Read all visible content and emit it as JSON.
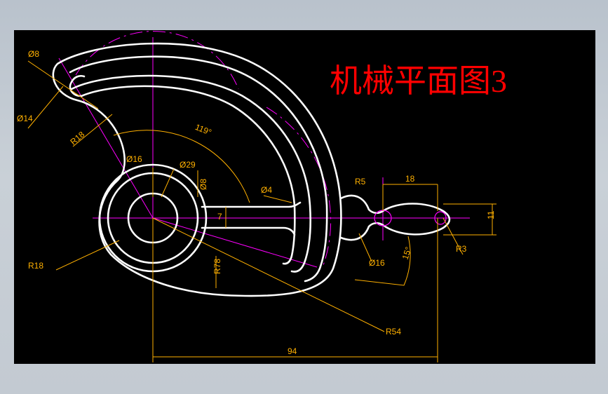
{
  "title": "机械平面图3",
  "colors": {
    "background": "#000000",
    "frame": "#c3cad2",
    "outline": "#ffffff",
    "centerline": "#ff00ff",
    "dimension": "#ffb000",
    "title": "#ff0000"
  },
  "dimensions": {
    "d8_top": "Ø8",
    "d14": "Ø14",
    "r18_upper": "R18",
    "angle": "119°",
    "d16_left": "Ø16",
    "d29": "Ø29",
    "d8_vertical": "Ø8",
    "d4": "Ø4",
    "width7": "7",
    "r18_lower": "R18",
    "r78": "R78",
    "r5": "R5",
    "len18": "18",
    "h11": "11",
    "r3": "R3",
    "d16_right": "Ø16",
    "angle15": "15°",
    "r54": "R54",
    "len94": "94"
  }
}
